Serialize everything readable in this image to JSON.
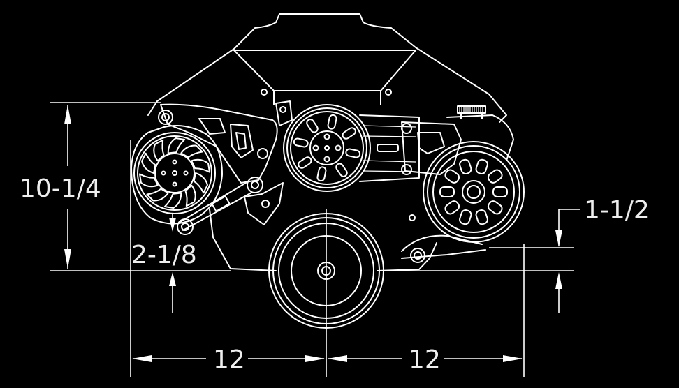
{
  "dimensions": {
    "height_total": "10-1/4",
    "alternator_offset": "2-1/8",
    "pump_offset": "1-1/2",
    "left_width": "12",
    "right_width": "12"
  },
  "colors": {
    "background": "#000000",
    "linework": "#ffffff"
  }
}
